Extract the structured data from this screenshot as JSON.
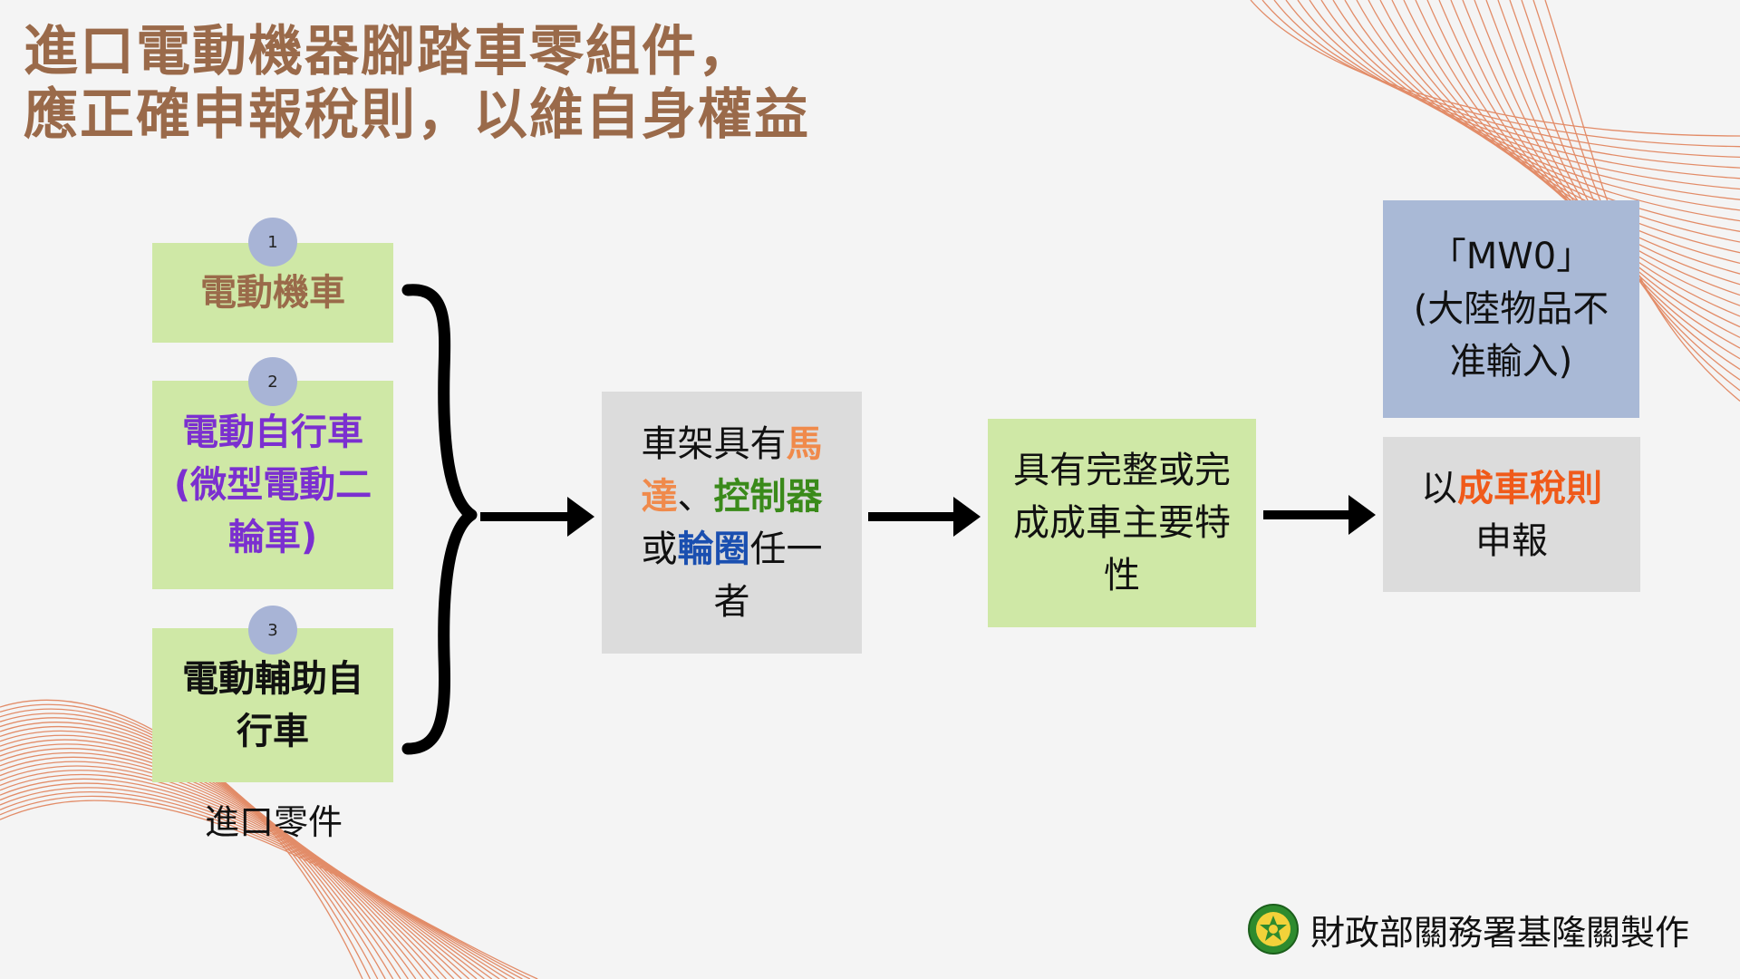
{
  "title": {
    "line1": "進口電動機器腳踏車零組件，",
    "line2": "應正確申報稅則，以維自身權益"
  },
  "vehicles": [
    {
      "badge": "1",
      "label": "電動機車"
    },
    {
      "badge": "2",
      "label_line1": "電動自行車",
      "label_line2": "(微型電動二",
      "label_line3": "輪車)"
    },
    {
      "badge": "3",
      "label_line1": "電動輔助自",
      "label_line2": "行車"
    }
  ],
  "parts_caption": "進口零件",
  "condition": {
    "t1": "車架具有",
    "motor_a": "馬",
    "motor_b": "達",
    "sep": "、",
    "controller": "控制器",
    "t2": "或",
    "wheel": "輪圈",
    "t3": "任一",
    "t4": "者"
  },
  "feature": {
    "line1": "具有完整或完",
    "line2": "成成車主要特",
    "line3": "性"
  },
  "mw0": {
    "line1": "「MW0」",
    "line2": "(大陸物品不",
    "line3": "准輸入)"
  },
  "result": {
    "prefix": "以",
    "highlight": "成車稅則",
    "line2": "申報"
  },
  "footer": {
    "credit": "財政部關務署基隆關製作"
  },
  "colors": {
    "title": "#9a6a4a",
    "green_box": "#cfe8a6",
    "gray_box": "#dcdcdc",
    "blue_box": "#a9b9d6",
    "badge": "#a8b4d6",
    "purple": "#7b2fd0",
    "orange": "#f08a4b",
    "green_text": "#3a8a1a",
    "blue_text": "#1a4fb0",
    "red": "#f05a1a",
    "wave": "#e07a50"
  },
  "icons": {
    "brace": "right-curly-brace",
    "arrow": "right-arrow",
    "logo": "customs-emblem"
  }
}
